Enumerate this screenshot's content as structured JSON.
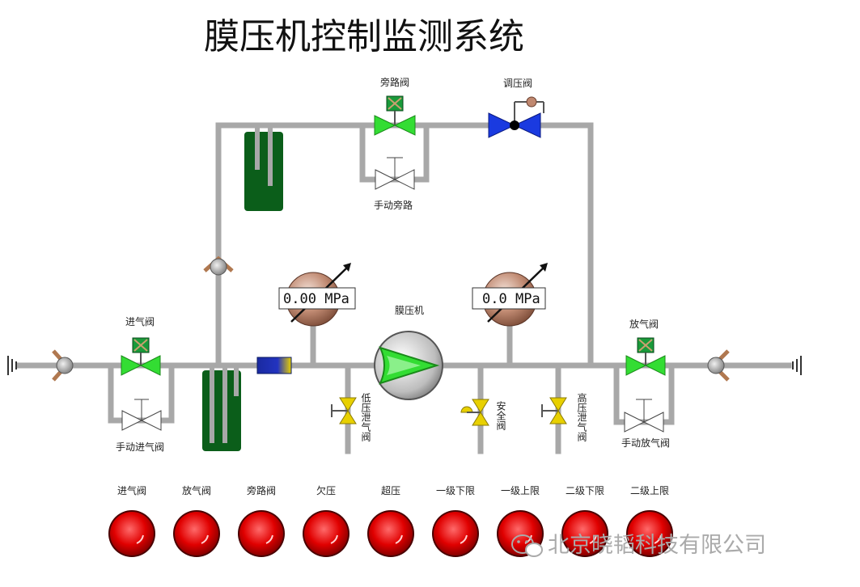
{
  "title": "膜压机控制监测系统",
  "labels": {
    "bypass_valve": "旁路阀",
    "pressure_reg_valve": "调压阀",
    "manual_bypass": "手动旁路",
    "inlet_valve": "进气阀",
    "manual_inlet_valve": "手动进气阀",
    "compressor": "膜压机",
    "vent_valve": "放气阀",
    "manual_vent_valve": "手动放气阀",
    "low_pressure_vent": "低压泄气阀",
    "safety_valve": "安全阀",
    "high_pressure_vent": "高压泄气阀"
  },
  "gauges": [
    {
      "value": "0.00",
      "unit": "MPa"
    },
    {
      "value": "0.0",
      "unit": "MPa"
    }
  ],
  "indicators": [
    {
      "label": "进气阀",
      "color": "#e00000"
    },
    {
      "label": "放气阀",
      "color": "#e00000"
    },
    {
      "label": "旁路阀",
      "color": "#e00000"
    },
    {
      "label": "欠压",
      "color": "#e00000"
    },
    {
      "label": "超压",
      "color": "#e00000"
    },
    {
      "label": "一级下限",
      "color": "#e00000"
    },
    {
      "label": "一级上限",
      "color": "#e00000"
    },
    {
      "label": "二级下限",
      "color": "#e00000"
    },
    {
      "label": "二级上限",
      "color": "#e00000"
    }
  ],
  "watermark": "北京晓韬科技有限公司",
  "colors": {
    "pipe": "#a8a8a8",
    "valve_green": "#33dd33",
    "actuator": "#1a9a3a",
    "tank": "#0b5e1a",
    "reg_valve": "#1a3ae0",
    "gauge_face": "#a86a50",
    "safety_valve": "#e8d000"
  }
}
